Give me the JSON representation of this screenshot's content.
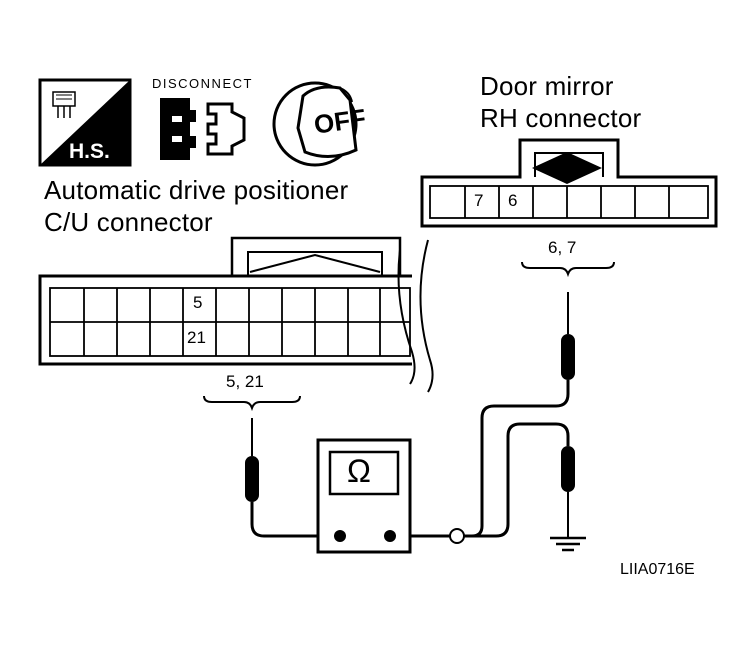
{
  "icons": {
    "hs_label": "H.S.",
    "disconnect_label": "DISCONNECT",
    "ignition_label": "OFF"
  },
  "cu_connector": {
    "title_line1": "Automatic drive positioner",
    "title_line2": "C/U connector",
    "pin_top": "5",
    "pin_bottom": "21",
    "probe_label": "5, 21"
  },
  "mirror_connector": {
    "title_line1": "Door mirror",
    "title_line2": "RH connector",
    "pin_a": "7",
    "pin_b": "6",
    "probe_label": "6, 7"
  },
  "meter": {
    "symbol": "Ω"
  },
  "figure_code": "LIIA0716E"
}
